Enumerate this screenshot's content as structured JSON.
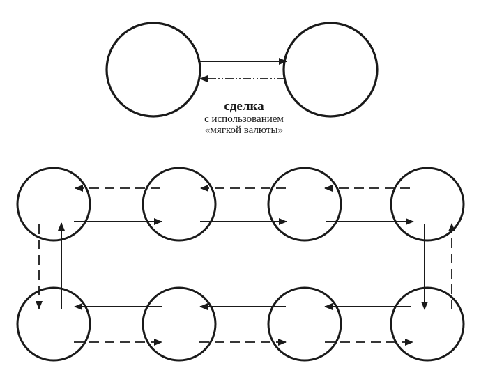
{
  "diagram": {
    "caption": {
      "title": "сделка",
      "line1": "с использованием",
      "line2": "«мягкой валюты»"
    },
    "colors": {
      "stroke": "#1a1a1a",
      "background": "#ffffff"
    }
  }
}
